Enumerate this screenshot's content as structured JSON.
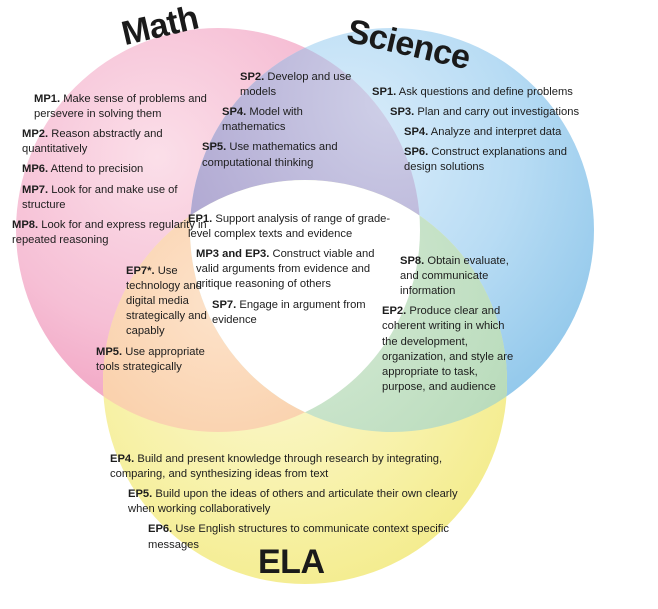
{
  "diagram": {
    "type": "venn-3-circle",
    "title_math": "Math",
    "title_science": "Science",
    "title_ela": "ELA",
    "colors": {
      "math": "#f3a8c6",
      "science": "#a6d3f0",
      "ela": "#f6f0a0",
      "math_science": "#a396c6",
      "math_ela": "#f6c59a",
      "science_ela": "#b2d8b6",
      "center": "#ffffff",
      "text": "#1d1d1d"
    }
  },
  "regions": {
    "math": {
      "name": "Math",
      "items": [
        {
          "code": "MP1.",
          "text": " Make sense of problems and persevere in solving them",
          "indent": 2
        },
        {
          "code": "MP2.",
          "text": " Reason abstractly and quantitatively",
          "indent": 1
        },
        {
          "code": "MP6.",
          "text": " Attend to precision",
          "indent": 1
        },
        {
          "code": "MP7.",
          "text": " Look for and make use of structure",
          "indent": 1
        },
        {
          "code": "MP8.",
          "text": " Look for and express regularity in repeated reasoning",
          "indent": 0
        }
      ]
    },
    "science": {
      "name": "Science",
      "items": [
        {
          "code": "SP1.",
          "text": " Ask questions and define problems",
          "indent": 0
        },
        {
          "code": "SP3.",
          "text": " Plan and carry out investigations",
          "indent": 1
        },
        {
          "code": "SP4.",
          "text": " Analyze and interpret data",
          "indent": 2
        },
        {
          "code": "SP6.",
          "text": " Construct explanations and design solutions",
          "indent": 2
        }
      ]
    },
    "ela": {
      "name": "ELA",
      "items": [
        {
          "code": "EP4.",
          "text": " Build and present knowledge through research by integrating, comparing, and synthesizing ideas from text",
          "indent": 0
        },
        {
          "code": "EP5.",
          "text": " Build upon the ideas of others and articulate their own clearly when working collaboratively",
          "indent": 1
        },
        {
          "code": "EP6.",
          "text": " Use English structures to communicate context specific messages",
          "indent": 2
        }
      ]
    },
    "math_science": {
      "name": "Math and Science",
      "items": [
        {
          "code": "SP2.",
          "text": " Develop and use models",
          "indent": 0
        },
        {
          "code": "SP4.",
          "text": " Model with mathematics",
          "indent": 1
        },
        {
          "code": "SP5.",
          "text": " Use mathematics and computational thinking",
          "indent": 2
        }
      ]
    },
    "math_ela": {
      "name": "Math and ELA",
      "items": [
        {
          "code": "EP7*.",
          "text": " Use technology and digital media strategically and capably",
          "indent": 0
        },
        {
          "code": "MP5.",
          "text": " Use appropriate tools strategically",
          "indent": 1
        }
      ]
    },
    "science_ela": {
      "name": "Science and ELA",
      "items": [
        {
          "code": "SP8.",
          "text": " Obtain evaluate, and communicate information",
          "indent": 0
        },
        {
          "code": "EP2.",
          "text": " Produce clear and coherent writing in which the development, organization, and style are appropriate to task, purpose, and audience",
          "indent": 1
        }
      ]
    },
    "center": {
      "name": "Math, Science and ELA",
      "items": [
        {
          "code": "EP1.",
          "text": " Support analysis of range of grade-level complex texts and evidence",
          "indent": 0
        },
        {
          "code": "MP3 and EP3.",
          "text": " Construct viable and valid arguments from evidence and critique reasoning of others",
          "indent": 1
        },
        {
          "code": "SP7.",
          "text": " Engage in argument from evidence",
          "indent": 2
        }
      ]
    }
  }
}
